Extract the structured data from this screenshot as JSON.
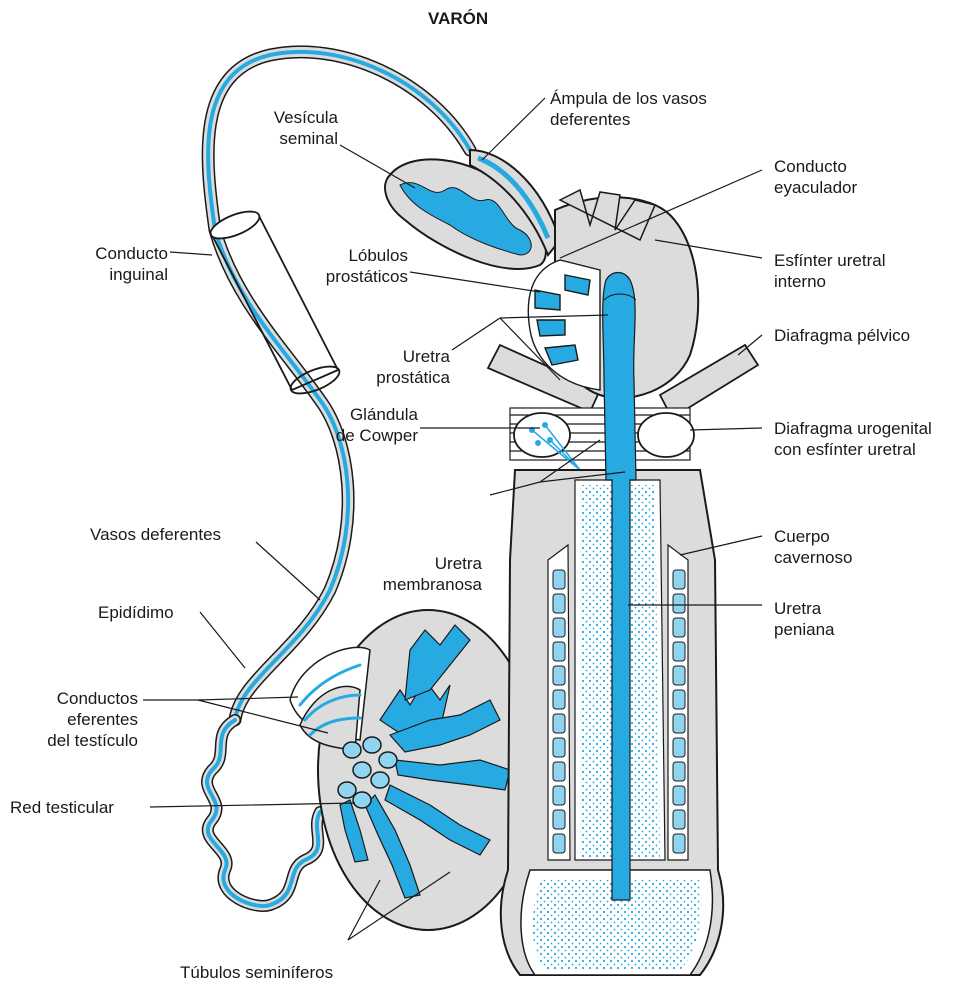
{
  "title": "VARÓN",
  "colors": {
    "blue": "#26aae1",
    "lightblue": "#8fd5f2",
    "gray": "#dcdcdc",
    "darkgray": "#9a9a9a",
    "line": "#1a1a1a"
  },
  "labels": {
    "ampula_1": "Ámpula de los vasos",
    "ampula_2": "deferentes",
    "vesicula_1": "Vesícula",
    "vesicula_2": "seminal",
    "eyaculador_1": "Conducto",
    "eyaculador_2": "eyaculador",
    "inguinal_1": "Conducto",
    "inguinal_2": "inguinal",
    "lobulos_1": "Lóbulos",
    "lobulos_2": "prostáticos",
    "esfinter_1": "Esfínter uretral",
    "esfinter_2": "interno",
    "diaf_pelvico": "Diafragma pélvico",
    "uretra_prost_1": "Uretra",
    "uretra_prost_2": "prostática",
    "cowper_1": "Glándula",
    "cowper_2": "de Cowper",
    "urogenital_1": "Diafragma urogenital",
    "urogenital_2": "con esfínter uretral",
    "vasos": "Vasos deferentes",
    "uretra_memb_1": "Uretra",
    "uretra_memb_2": "membranosa",
    "cavernoso_1": "Cuerpo",
    "cavernoso_2": "cavernoso",
    "epididimo": "Epidídimo",
    "peniana_1": "Uretra",
    "peniana_2": "peniana",
    "eferentes_1": "Conductos",
    "eferentes_2": "eferentes",
    "eferentes_3": "del testículo",
    "red": "Red testicular",
    "tubulos": "Túbulos seminíferos"
  }
}
